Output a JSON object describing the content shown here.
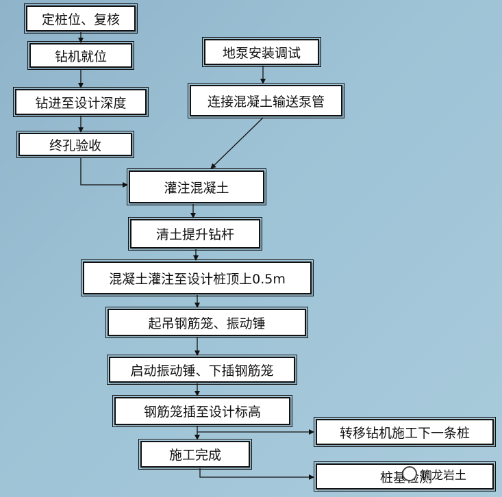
{
  "steps": {
    "s1": "定桩位、复核",
    "s2": "钻机就位",
    "s3": "钻进至设计深度",
    "s4": "终孔验收",
    "p1": "地泵安装调试",
    "p2": "连接混凝土输送泵管",
    "s5": "灌注混凝土",
    "s6": "清土提升钻杆",
    "s7": "混凝土灌注至设计桩顶上0.5m",
    "s8": "起吊钢筋笼、振动锤",
    "s9": "启动振动锤、下插钢筋笼",
    "s10": "钢筋笼插至设计标高",
    "s11": "施工完成",
    "r1": "转移钻机施工下一条桩",
    "r2": "桩基检测"
  },
  "watermark": "筑龙岩土",
  "colors": {
    "background": "#9ec3d6",
    "box": "#ffffff",
    "line": "#111111"
  }
}
